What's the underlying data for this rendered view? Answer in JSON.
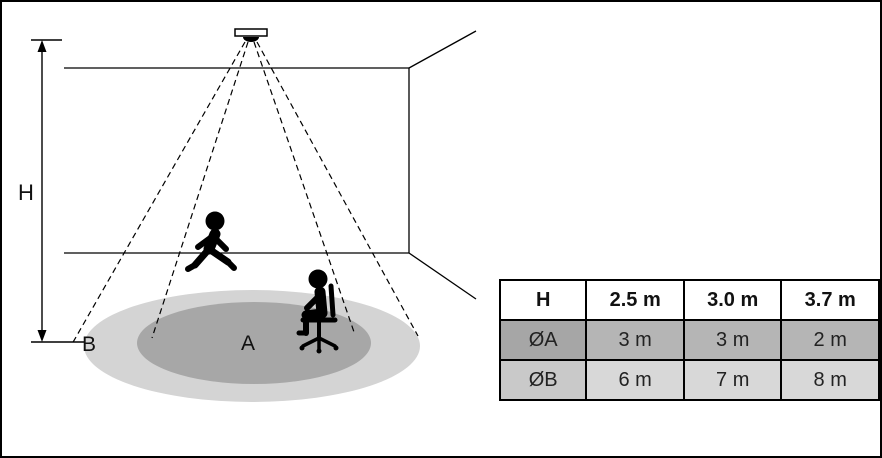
{
  "figure": {
    "height_label": "H",
    "zone_a_label": "A",
    "zone_b_label": "B",
    "colors": {
      "zone_a_fill": "#a7a7a7",
      "zone_b_fill": "#d4d4d4",
      "line": "#000000"
    },
    "icons": {
      "sensor": "ceiling-mounted-motion-sensor",
      "walking_person": "walking-person",
      "seated_person": "seated-person-on-office-chair"
    }
  },
  "table": {
    "header": [
      "H",
      "2.5 m",
      "3.0 m",
      "3.7 m"
    ],
    "rows": [
      {
        "label": "ØA",
        "values": [
          "3 m",
          "3 m",
          "2 m"
        ]
      },
      {
        "label": "ØB",
        "values": [
          "6 m",
          "7 m",
          "8 m"
        ]
      }
    ]
  }
}
